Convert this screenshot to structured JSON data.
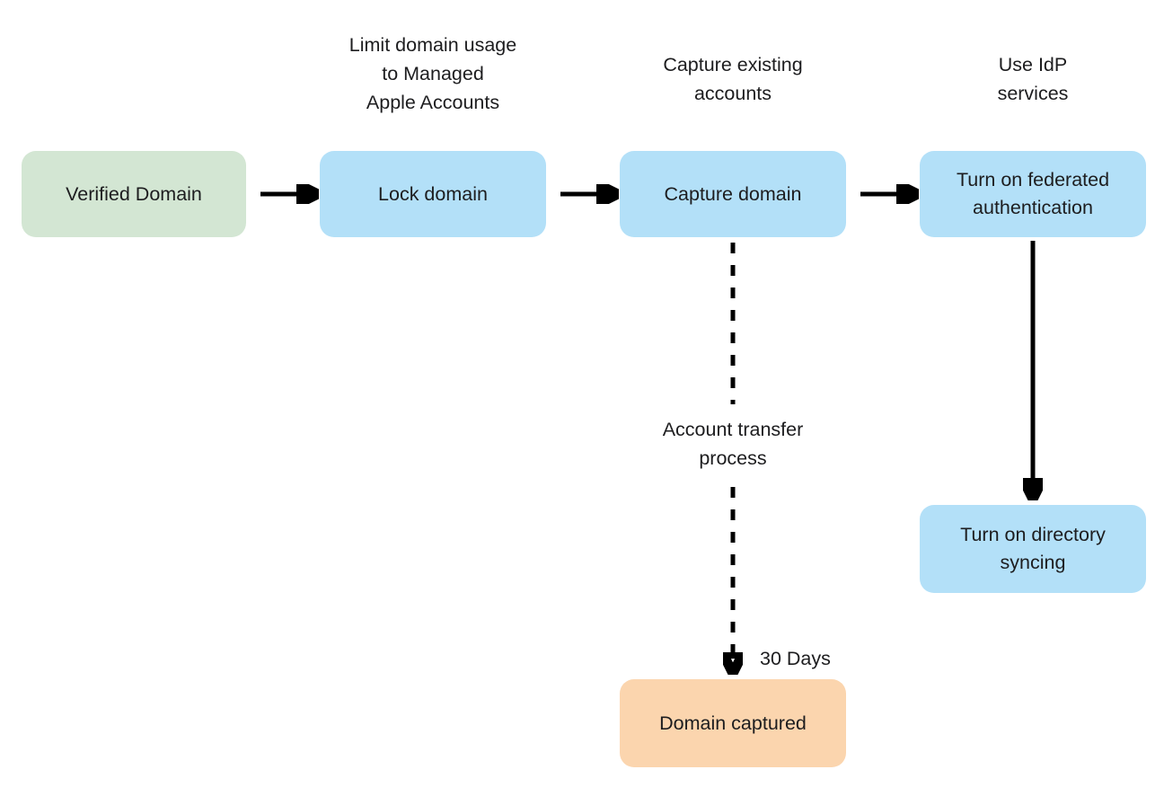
{
  "colors": {
    "start_node": "#d3e6d3",
    "process_node": "#b3e0f8",
    "end_node": "#fbd5ae",
    "arrow": "#000000",
    "text": "#1d1d1f",
    "background": "#ffffff"
  },
  "nodes": {
    "verified_domain": {
      "label": "Verified Domain"
    },
    "lock_domain": {
      "label": "Lock domain"
    },
    "capture_domain": {
      "label": "Capture domain"
    },
    "federated_auth": {
      "label": "Turn on federated\nauthentication"
    },
    "directory_syncing": {
      "label": "Turn on directory\nsyncing"
    },
    "domain_captured": {
      "label": "Domain captured"
    }
  },
  "annotations": {
    "limit_domain_usage": "Limit domain usage\nto Managed\nApple Accounts",
    "capture_existing": "Capture existing\naccounts",
    "use_idp": "Use IdP\nservices",
    "account_transfer": "Account transfer\nprocess",
    "thirty_days": "30 Days"
  }
}
